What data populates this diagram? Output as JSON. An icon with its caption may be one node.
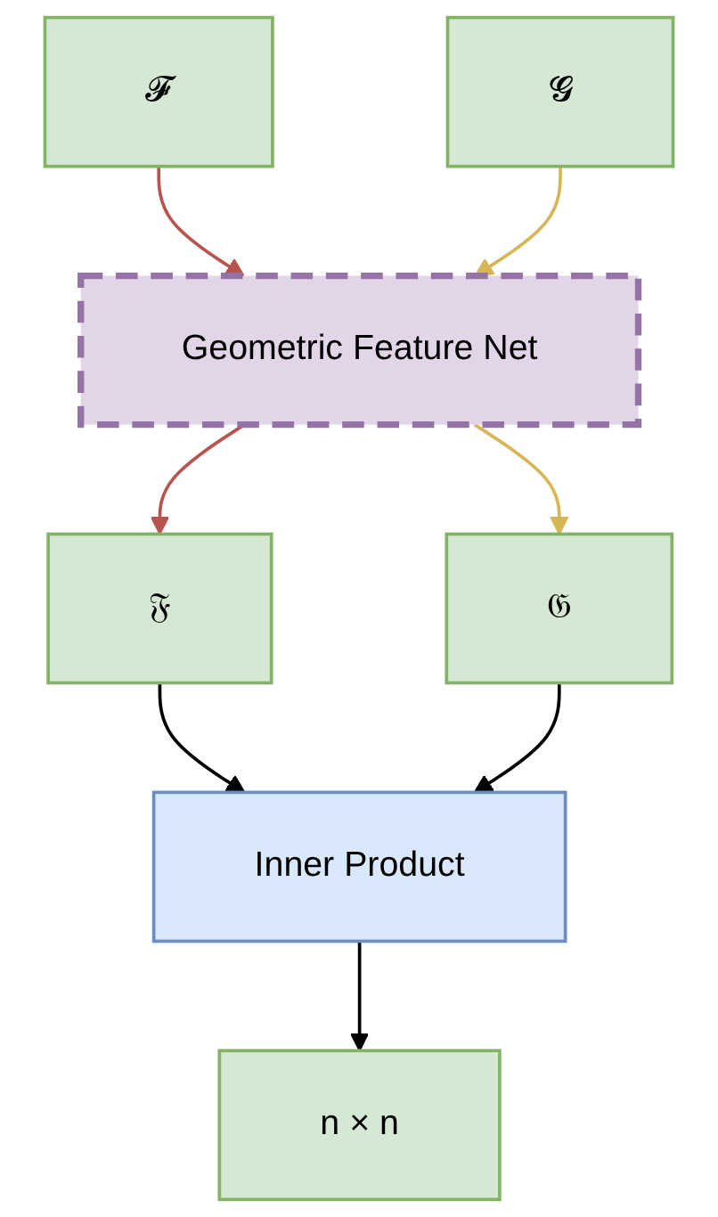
{
  "diagram": {
    "nodes": [
      {
        "text": [
          "𝓕"
        ]
      },
      {
        "text": [
          "𝓖"
        ]
      },
      {
        "text": [
          "Geometric Feature Net"
        ]
      },
      {
        "text": [
          "𝔉"
        ]
      },
      {
        "text": [
          "𝔊"
        ]
      },
      {
        "text": [
          "Inner Product"
        ]
      },
      {
        "text": [
          "n × n"
        ]
      }
    ],
    "edges": [
      {
        "from": 0,
        "to": 2,
        "arrow": "to",
        "color": "#b85450"
      },
      {
        "from": 1,
        "to": 2,
        "arrow": "to",
        "color": "#d6b656"
      },
      {
        "from": 2,
        "to": 3,
        "arrow": "to",
        "color": "#b85450"
      },
      {
        "from": 2,
        "to": 4,
        "arrow": "to",
        "color": "#d6b656"
      },
      {
        "from": 3,
        "to": 5,
        "arrow": "to"
      },
      {
        "from": 4,
        "to": 5,
        "arrow": "to"
      },
      {
        "from": 5,
        "to": 6,
        "arrow": "to"
      }
    ]
  }
}
